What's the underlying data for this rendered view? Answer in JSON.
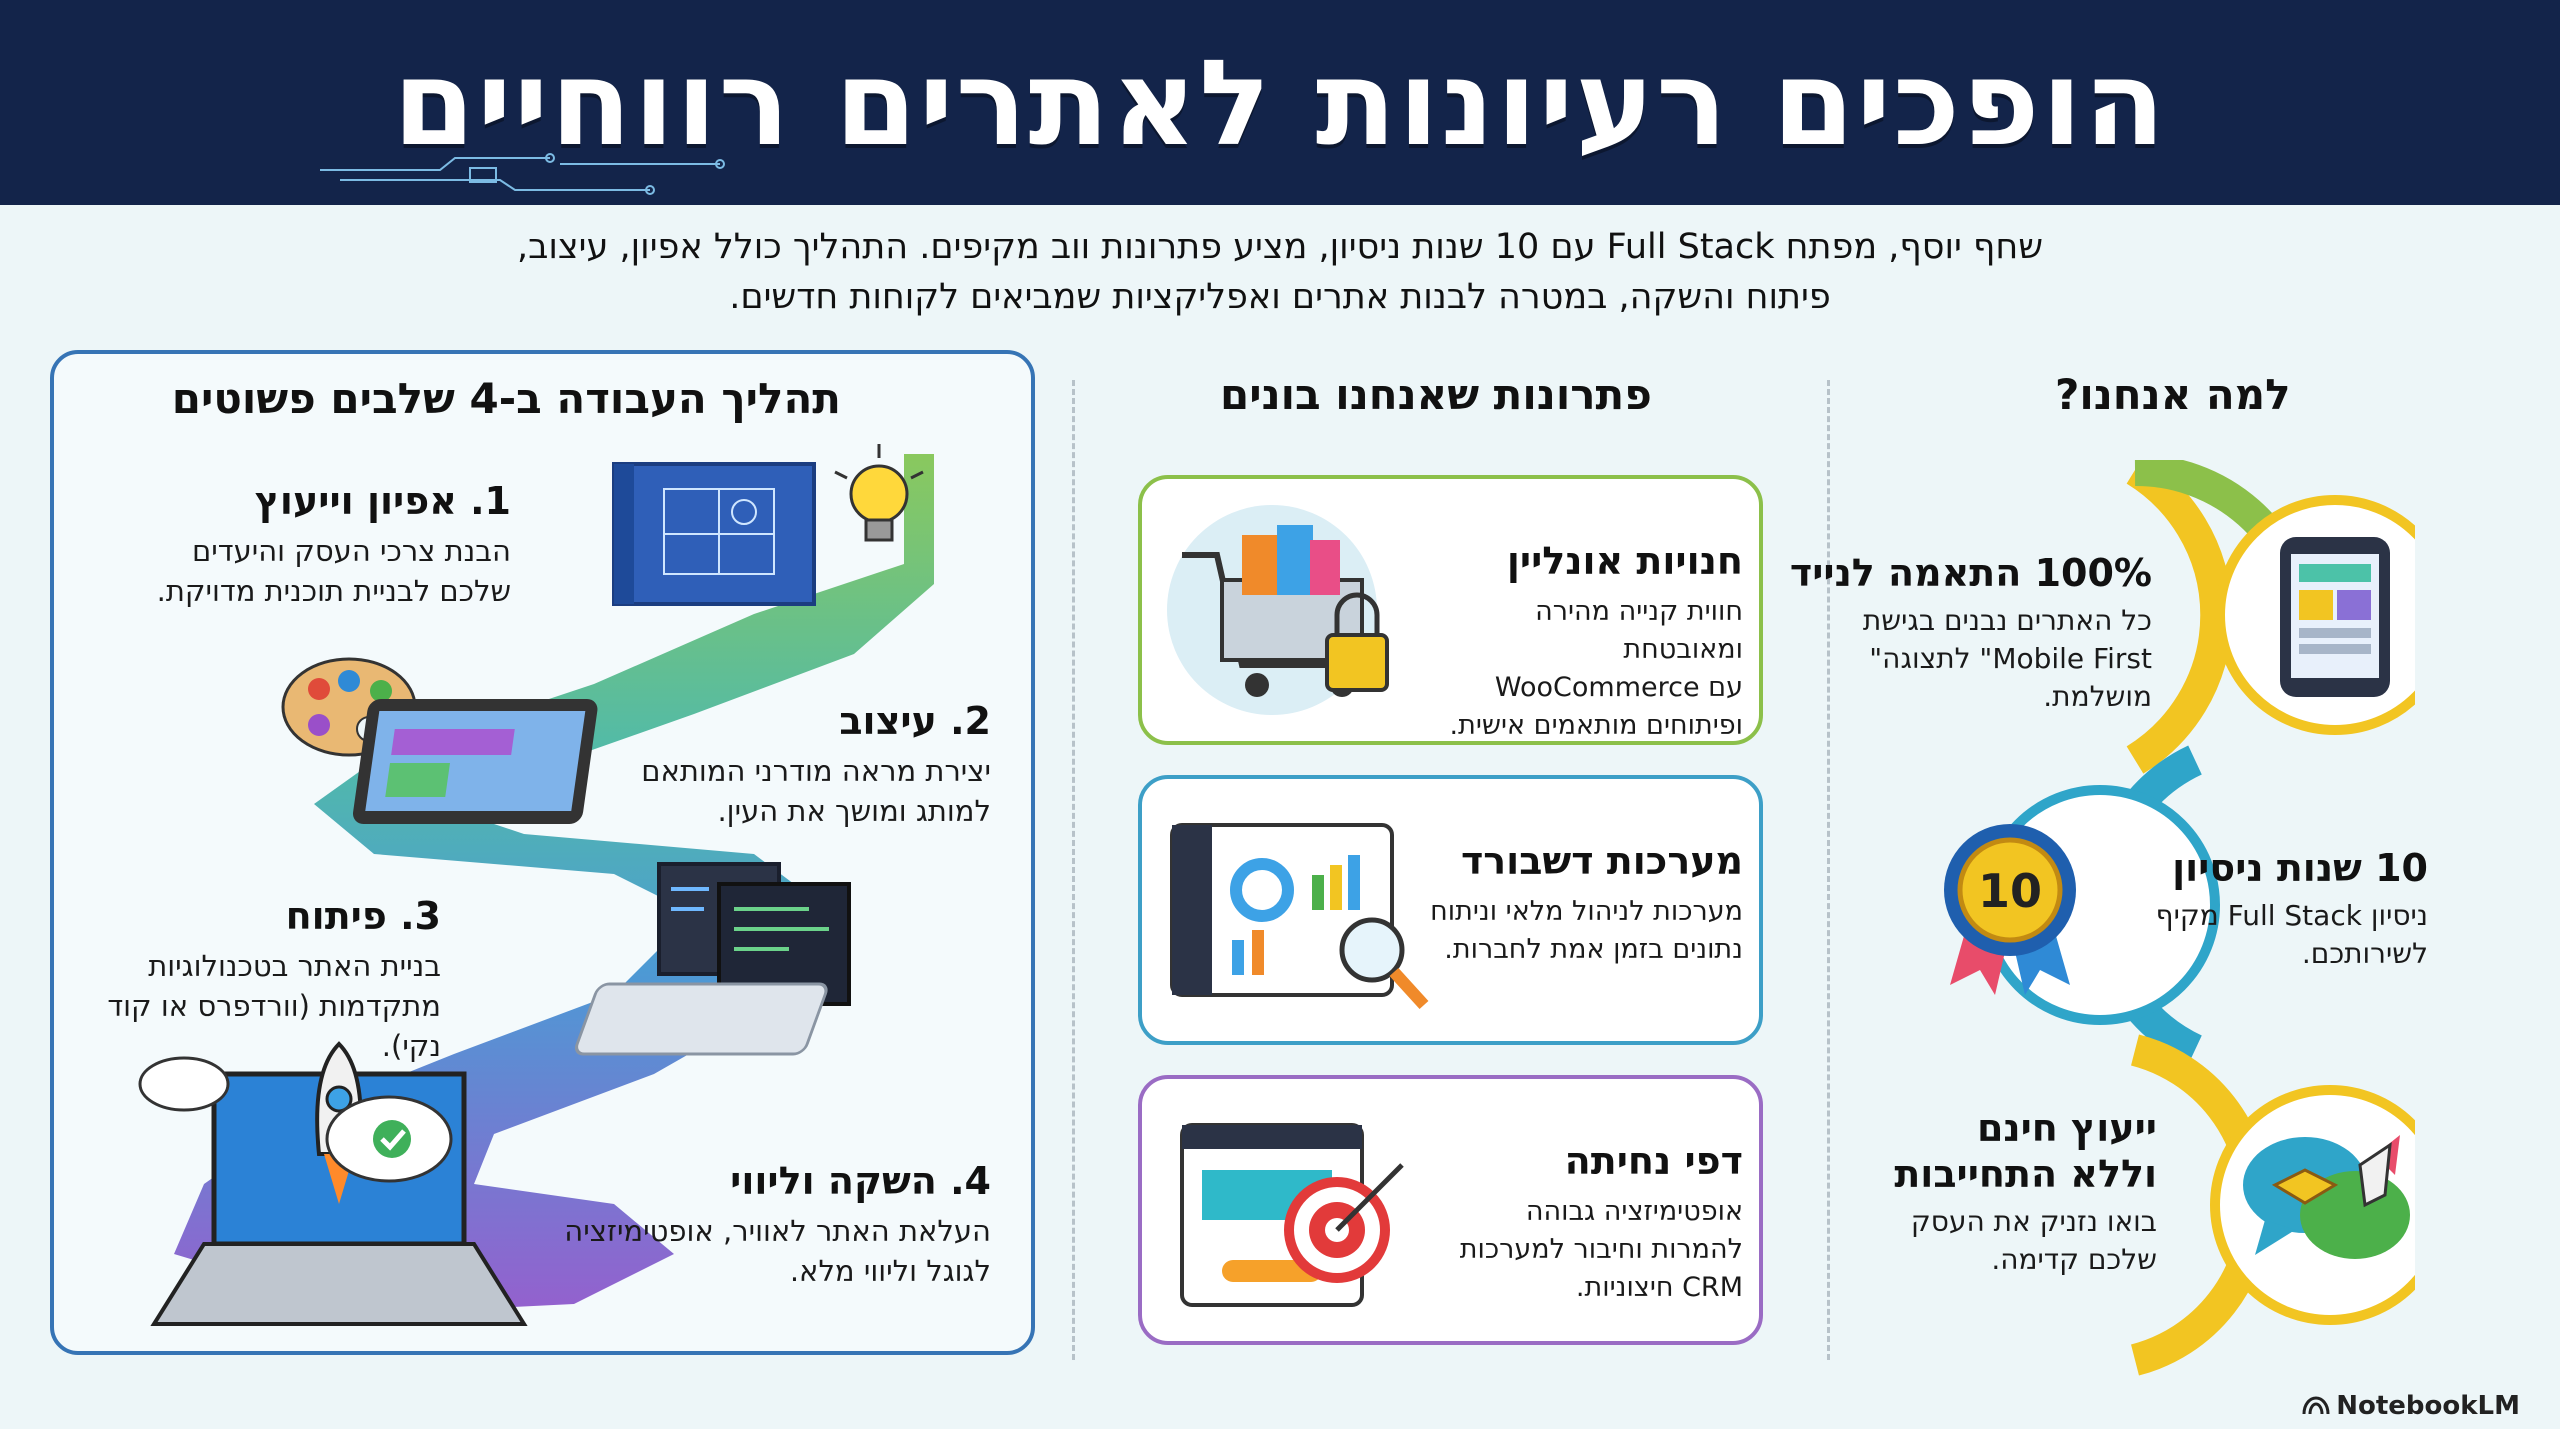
{
  "header": {
    "title": "הופכים  רעיונות לאתרים רווחיים"
  },
  "intro": {
    "line1": "שחף יוסף, מפתח Full Stack עם 10 שנות ניסיון, מציע פתרונות ווב מקיפים. התהליך כולל אפיון, עיצוב,",
    "line2": "פיתוח והשקה, במטרה לבנות אתרים ואפליקציות שמביאים לקוחות חדשים."
  },
  "process": {
    "title": "תהליך העבודה ב-4 שלבים פשוטים",
    "steps": [
      {
        "title": "1. אפיון וייעוץ",
        "line1": "הבנת צרכי העסק והיעדים",
        "line2": "שלכם לבניית תוכנית מדויקת."
      },
      {
        "title": "2. עיצוב",
        "line1": "יצירת מראה מודרני המותאם",
        "line2": "למותג ומושך את העין."
      },
      {
        "title": "3. פיתוח",
        "line1": "בניית האתר בטכנולוגיות",
        "line2": "מתקדמות (וורדפרס או קוד",
        "line3": "נקי)."
      },
      {
        "title": "4. השקה וליווי",
        "line1": "העלאת האתר לאוויר, אופטימיזציה",
        "line2": "לגוגל וליווי מלא."
      }
    ]
  },
  "solutions": {
    "title": "פתרונות שאנחנו בונים",
    "cards": [
      {
        "title": "חנויות אונליין",
        "line1": "חווית קנייה מהירה ומאובטחת",
        "line2": "עם WooCommerce",
        "line3": "ופיתוחים מותאמים אישית.",
        "border": "#8cc04a"
      },
      {
        "title": "מערכות דשבורד",
        "line1": "מערכות לניהול מלאי וניתוח",
        "line2": "נתונים בזמן אמת לחברות.",
        "border": "#3d9fc7"
      },
      {
        "title": "דפי נחיתה",
        "line1": "אופטימיזציה גבוהה",
        "line2": "להמרות וחיבור למערכות",
        "line3": "CRM חיצוניות.",
        "border": "#9a6cc4"
      }
    ]
  },
  "why": {
    "title": "למה אנחנו?",
    "items": [
      {
        "title": "100% התאמה לנייד",
        "line1": "כל האתרים נבנים בגישת",
        "line2": "Mobile First\" לתצוגה\"",
        "line3": "מושלמת."
      },
      {
        "title": "10 שנות ניסיון",
        "line1": "ניסיון Full Stack מקיף",
        "line2": "לשירותכם."
      },
      {
        "title": "ייעוץ חינם",
        "title2": "וללא התחייבות",
        "line1": "בואו נזניק את העסק",
        "line2": "שלכם קדימה."
      }
    ],
    "badge_number": "10"
  },
  "brand": {
    "label": "NotebookLM"
  },
  "colors": {
    "header_bg": "#13244a",
    "page_bg": "#edf6f8",
    "green": "#8cc04a",
    "blue": "#3d9fc7",
    "purple": "#9a6cc4",
    "yellow": "#f2c522",
    "panel_border": "#3674b5"
  }
}
